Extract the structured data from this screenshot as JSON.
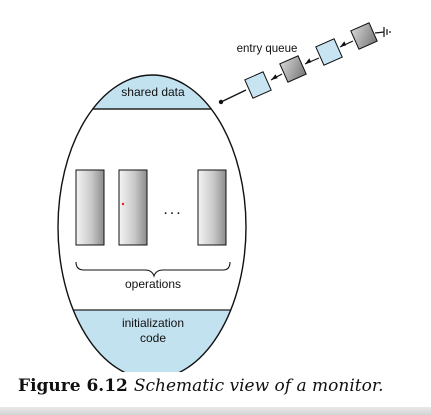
{
  "diagram": {
    "entry_queue_label": "entry queue",
    "shared_data_label": "shared data",
    "ellipsis": "...",
    "operations_label": "operations",
    "init_line1": "initialization",
    "init_line2": "code"
  },
  "caption": {
    "figure_number": "Figure 6.12",
    "text": "Schematic view of a monitor."
  },
  "colors": {
    "band_fill": "#c3e2f0",
    "queue_light": "#c8e4f2",
    "queue_dark": "#8a8a8a"
  }
}
